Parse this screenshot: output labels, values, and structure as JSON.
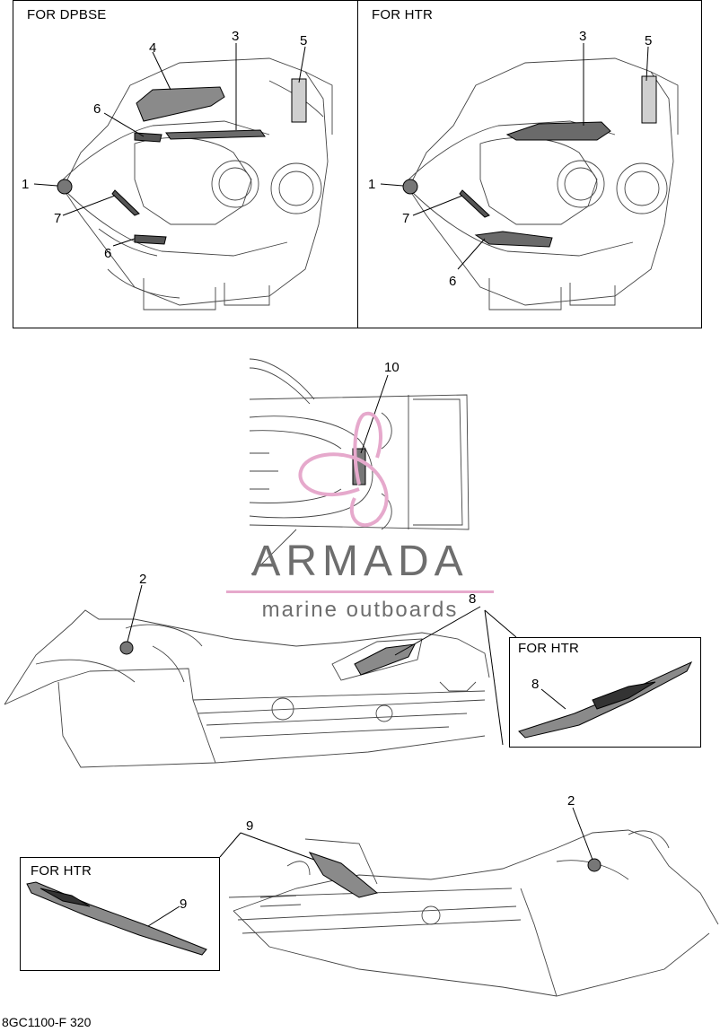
{
  "panels": {
    "dpbse_label": "FOR DPBSE",
    "htr_top_label": "FOR HTR",
    "htr_mid_label": "FOR HTR",
    "htr_bottom_label": "FOR HTR"
  },
  "callouts": {
    "dpbse_1": "1",
    "dpbse_3": "3",
    "dpbse_4": "4",
    "dpbse_5": "5",
    "dpbse_6a": "6",
    "dpbse_6b": "6",
    "dpbse_7": "7",
    "htr_1": "1",
    "htr_3": "3",
    "htr_5": "5",
    "htr_6": "6",
    "htr_7": "7",
    "top_10": "10",
    "side_2": "2",
    "side_8": "8",
    "inset_8": "8",
    "rear_9": "9",
    "rear_2": "2",
    "inset_9": "9"
  },
  "watermark": {
    "title": "ARMADA",
    "subtitle": "marine outboards",
    "accent_color": "#e6a9cc",
    "text_color": "#6e6e6e"
  },
  "footer": {
    "code": "8GC1100-F 320"
  }
}
